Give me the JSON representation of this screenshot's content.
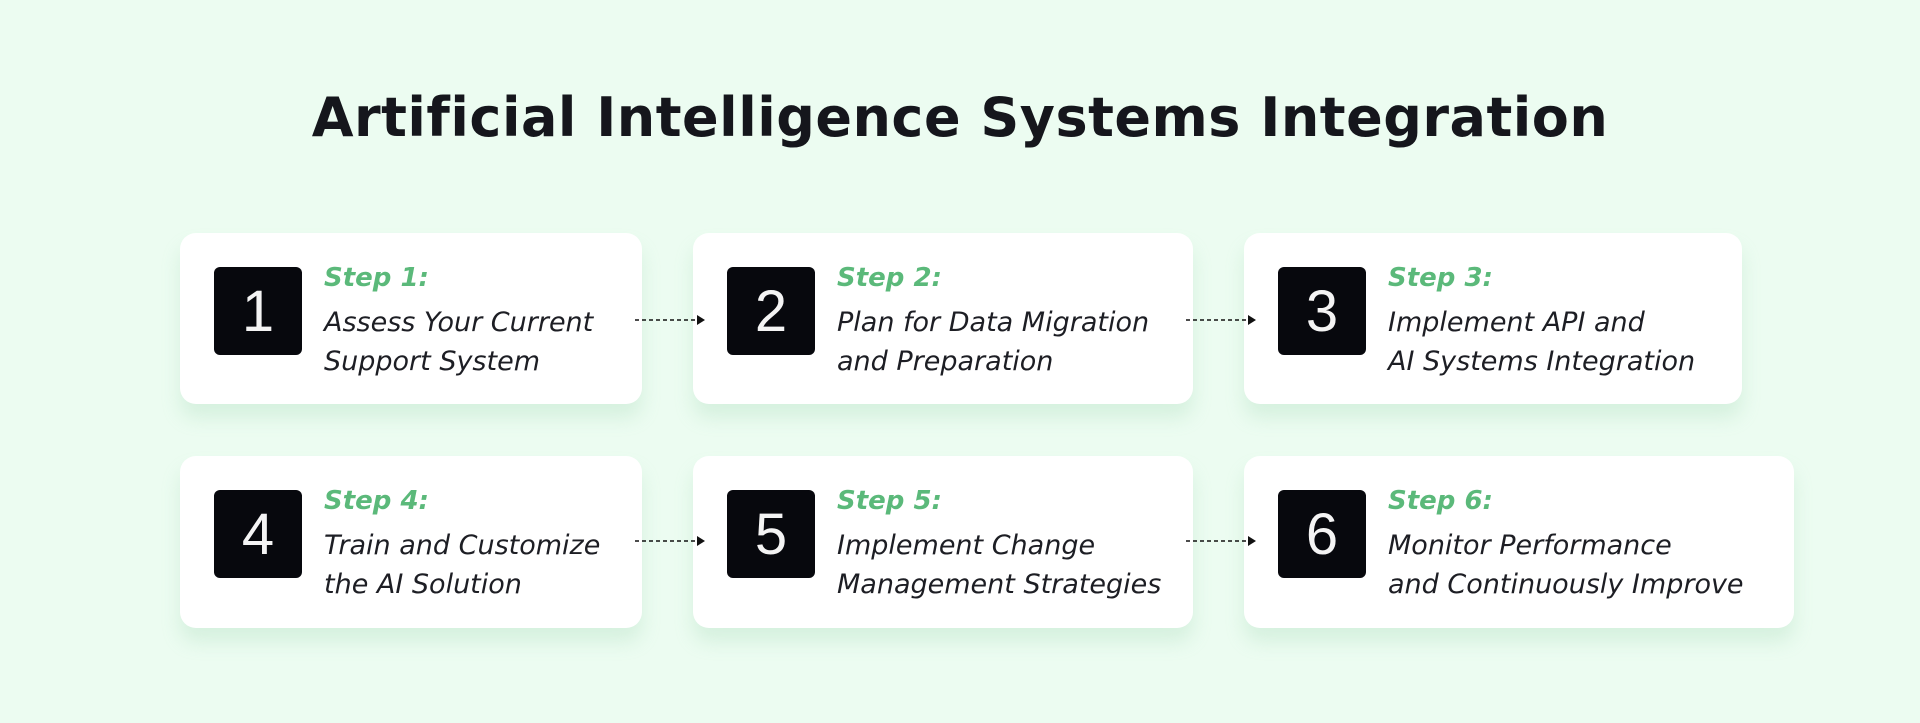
{
  "title": "Artificial Intelligence Systems Integration",
  "steps": [
    {
      "number": "1",
      "label": "Step 1:",
      "line1": "Assess Your Current",
      "line2": "Support System"
    },
    {
      "number": "2",
      "label": "Step 2:",
      "line1": "Plan for Data Migration",
      "line2": "and Preparation"
    },
    {
      "number": "3",
      "label": "Step 3:",
      "line1": "Implement API and",
      "line2": "AI Systems Integration"
    },
    {
      "number": "4",
      "label": "Step 4:",
      "line1": "Train and Customize",
      "line2": "the AI Solution"
    },
    {
      "number": "5",
      "label": "Step 5:",
      "line1": "Implement Change",
      "line2": "Management Strategies"
    },
    {
      "number": "6",
      "label": "Step 6:",
      "line1": "Monitor Performance",
      "line2": "and Continuously Improve"
    }
  ],
  "colors": {
    "accent": "#5bb97a",
    "background": "#ecfcf1",
    "number_box": "#07080d"
  }
}
